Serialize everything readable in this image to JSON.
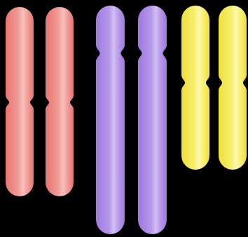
{
  "diagram": {
    "background": "#000000",
    "pairs": [
      {
        "id": "pair-1",
        "color_name": "red",
        "colors": {
          "edge": "#e8746f",
          "mid": "#f19c97",
          "highlight": "#f8c0bb"
        },
        "chromosomes": [
          "chromosome-1a",
          "chromosome-1b"
        ]
      },
      {
        "id": "pair-2",
        "color_name": "purple",
        "colors": {
          "edge": "#9d79dd",
          "mid": "#b597e8",
          "highlight": "#d3bff3"
        },
        "chromosomes": [
          "chromosome-2a",
          "chromosome-2b"
        ]
      },
      {
        "id": "pair-3",
        "color_name": "yellow",
        "colors": {
          "edge": "#efe03a",
          "mid": "#f7ee6c",
          "highlight": "#fdf8ae"
        },
        "chromosomes": [
          "chromosome-3a",
          "chromosome-3b"
        ]
      }
    ]
  }
}
